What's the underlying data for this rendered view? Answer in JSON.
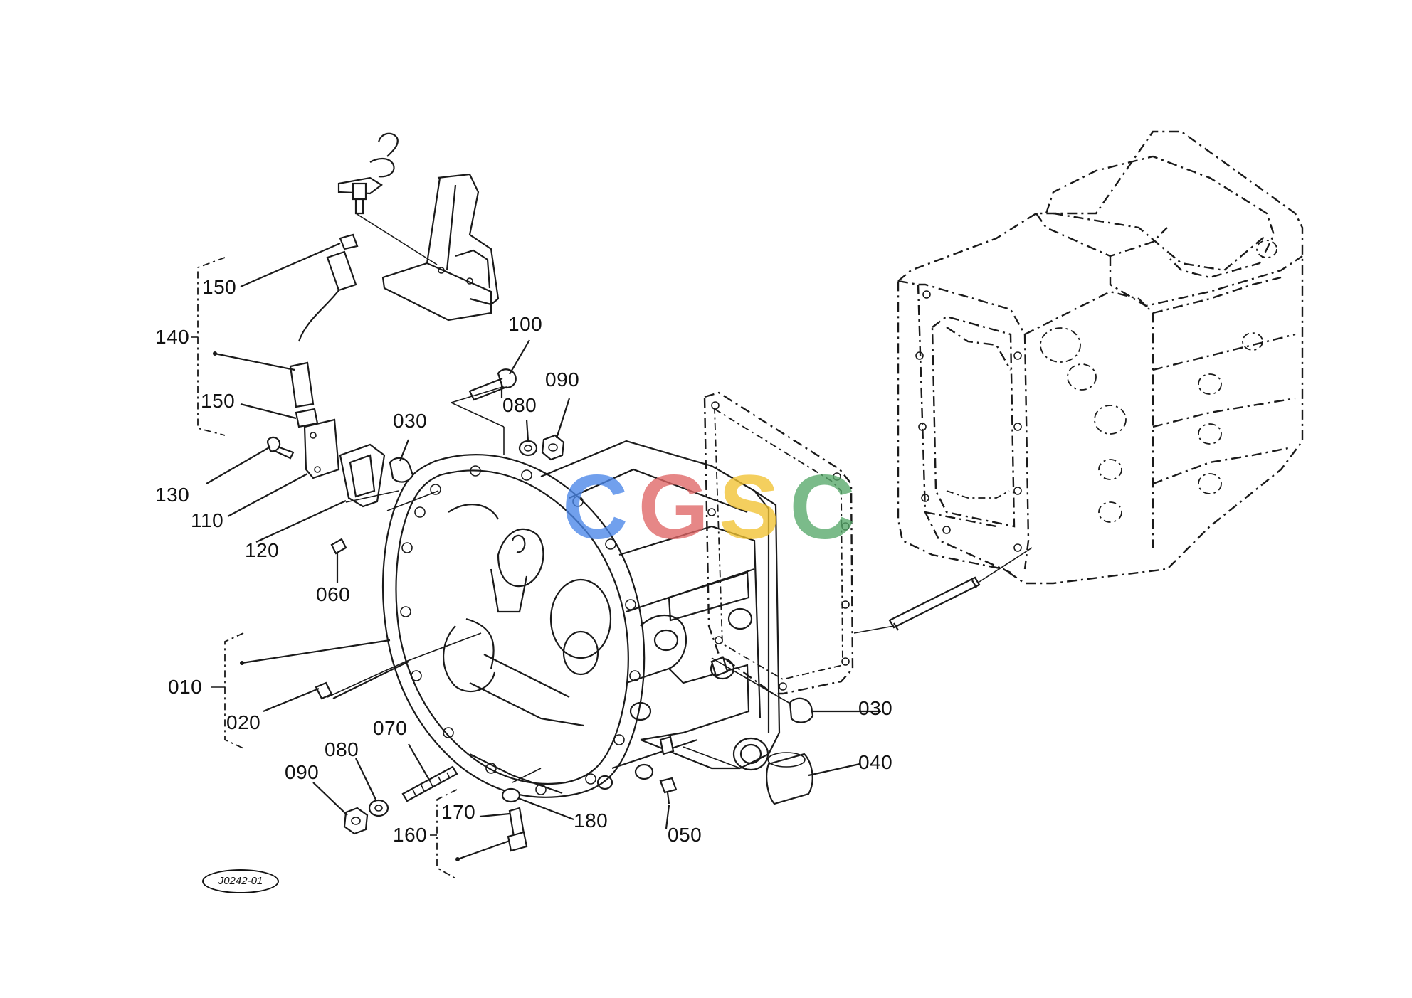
{
  "diagram": {
    "callouts": [
      {
        "id": "c150a",
        "text": "150"
      },
      {
        "id": "c140",
        "text": "140"
      },
      {
        "id": "c150b",
        "text": "150"
      },
      {
        "id": "c100",
        "text": "100"
      },
      {
        "id": "c090a",
        "text": "090"
      },
      {
        "id": "c080a",
        "text": "080"
      },
      {
        "id": "c030a",
        "text": "030"
      },
      {
        "id": "c130",
        "text": "130"
      },
      {
        "id": "c110",
        "text": "110"
      },
      {
        "id": "c120",
        "text": "120"
      },
      {
        "id": "c060",
        "text": "060"
      },
      {
        "id": "c010",
        "text": "010"
      },
      {
        "id": "c020",
        "text": "020"
      },
      {
        "id": "c070",
        "text": "070"
      },
      {
        "id": "c080b",
        "text": "080"
      },
      {
        "id": "c090b",
        "text": "090"
      },
      {
        "id": "c030b",
        "text": "030"
      },
      {
        "id": "c040",
        "text": "040"
      },
      {
        "id": "c170",
        "text": "170"
      },
      {
        "id": "c160",
        "text": "160"
      },
      {
        "id": "c180",
        "text": "180"
      },
      {
        "id": "c050",
        "text": "050"
      }
    ],
    "figure_id": "J0242-01",
    "watermark": {
      "letters": [
        "C",
        "G",
        "S",
        "C"
      ],
      "colors": [
        "#4a86e8",
        "#e06666",
        "#f1c232",
        "#57a86a"
      ]
    }
  }
}
